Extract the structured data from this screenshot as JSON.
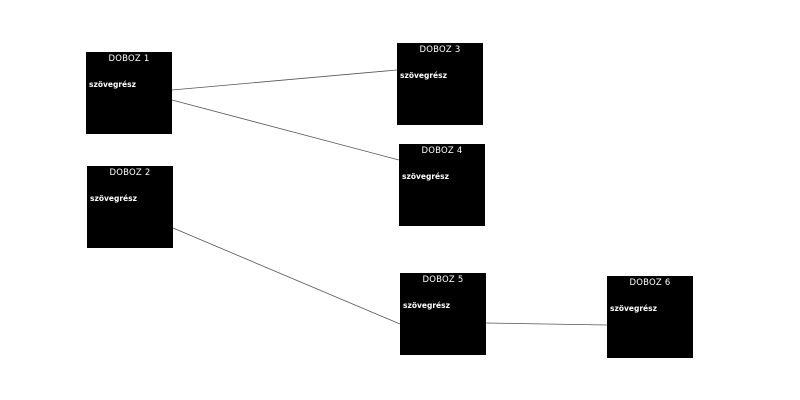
{
  "diagram": {
    "boxes": [
      {
        "id": "box-1",
        "title": "DOBOZ 1",
        "text": "szövegrész"
      },
      {
        "id": "box-2",
        "title": "DOBOZ 2",
        "text": "szövegrész"
      },
      {
        "id": "box-3",
        "title": "DOBOZ 3",
        "text": "szövegrész"
      },
      {
        "id": "box-4",
        "title": "DOBOZ 4",
        "text": "szövegrész"
      },
      {
        "id": "box-5",
        "title": "DOBOZ 5",
        "text": "szövegrész"
      },
      {
        "id": "box-6",
        "title": "DOBOZ 6",
        "text": "szövegrész"
      }
    ],
    "connections": [
      {
        "from": "DOBOZ 1",
        "to": "DOBOZ 3"
      },
      {
        "from": "DOBOZ 1",
        "to": "DOBOZ 4"
      },
      {
        "from": "DOBOZ 2",
        "to": "DOBOZ 5"
      },
      {
        "from": "DOBOZ 5",
        "to": "DOBOZ 6"
      }
    ],
    "colors": {
      "box_fill": "#000000",
      "box_text": "#ffffff",
      "connector": "#555555",
      "background": "#ffffff"
    }
  }
}
